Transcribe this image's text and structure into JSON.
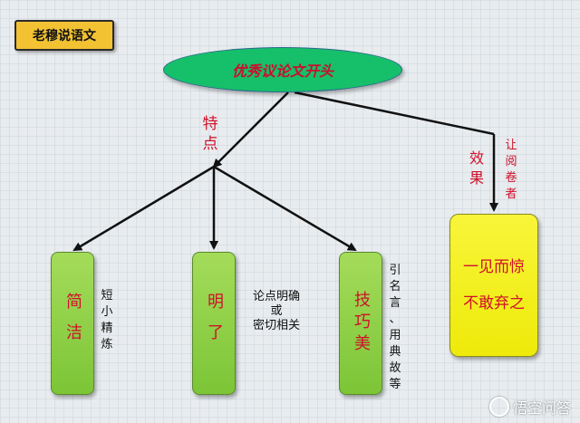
{
  "badge": {
    "label": "老穆说语文"
  },
  "root": {
    "label": "优秀议论文开头"
  },
  "edge_labels": {
    "features": [
      "特",
      "点"
    ],
    "effect": [
      "效",
      "果"
    ],
    "effect_target": [
      "让",
      "阅",
      "卷",
      "者"
    ]
  },
  "features": [
    {
      "label": "简洁",
      "note": [
        "短",
        "小",
        "精",
        "炼"
      ]
    },
    {
      "label": "明了",
      "note": [
        "论点明确",
        "或",
        "密切相关"
      ]
    },
    {
      "label": "技巧美",
      "note": [
        "引",
        "名",
        "言",
        "、",
        "用",
        "典",
        "故",
        "等"
      ]
    }
  ],
  "effect_box": {
    "line1": "一见而惊",
    "line2": "不敢弃之"
  },
  "watermark": {
    "text": "悟空问答"
  },
  "colors": {
    "badge": "#f2c233",
    "root": "#16c06a",
    "feature_box": "#8ccf45",
    "effect_box": "#f3f020",
    "accent_red": "#d0102a"
  }
}
